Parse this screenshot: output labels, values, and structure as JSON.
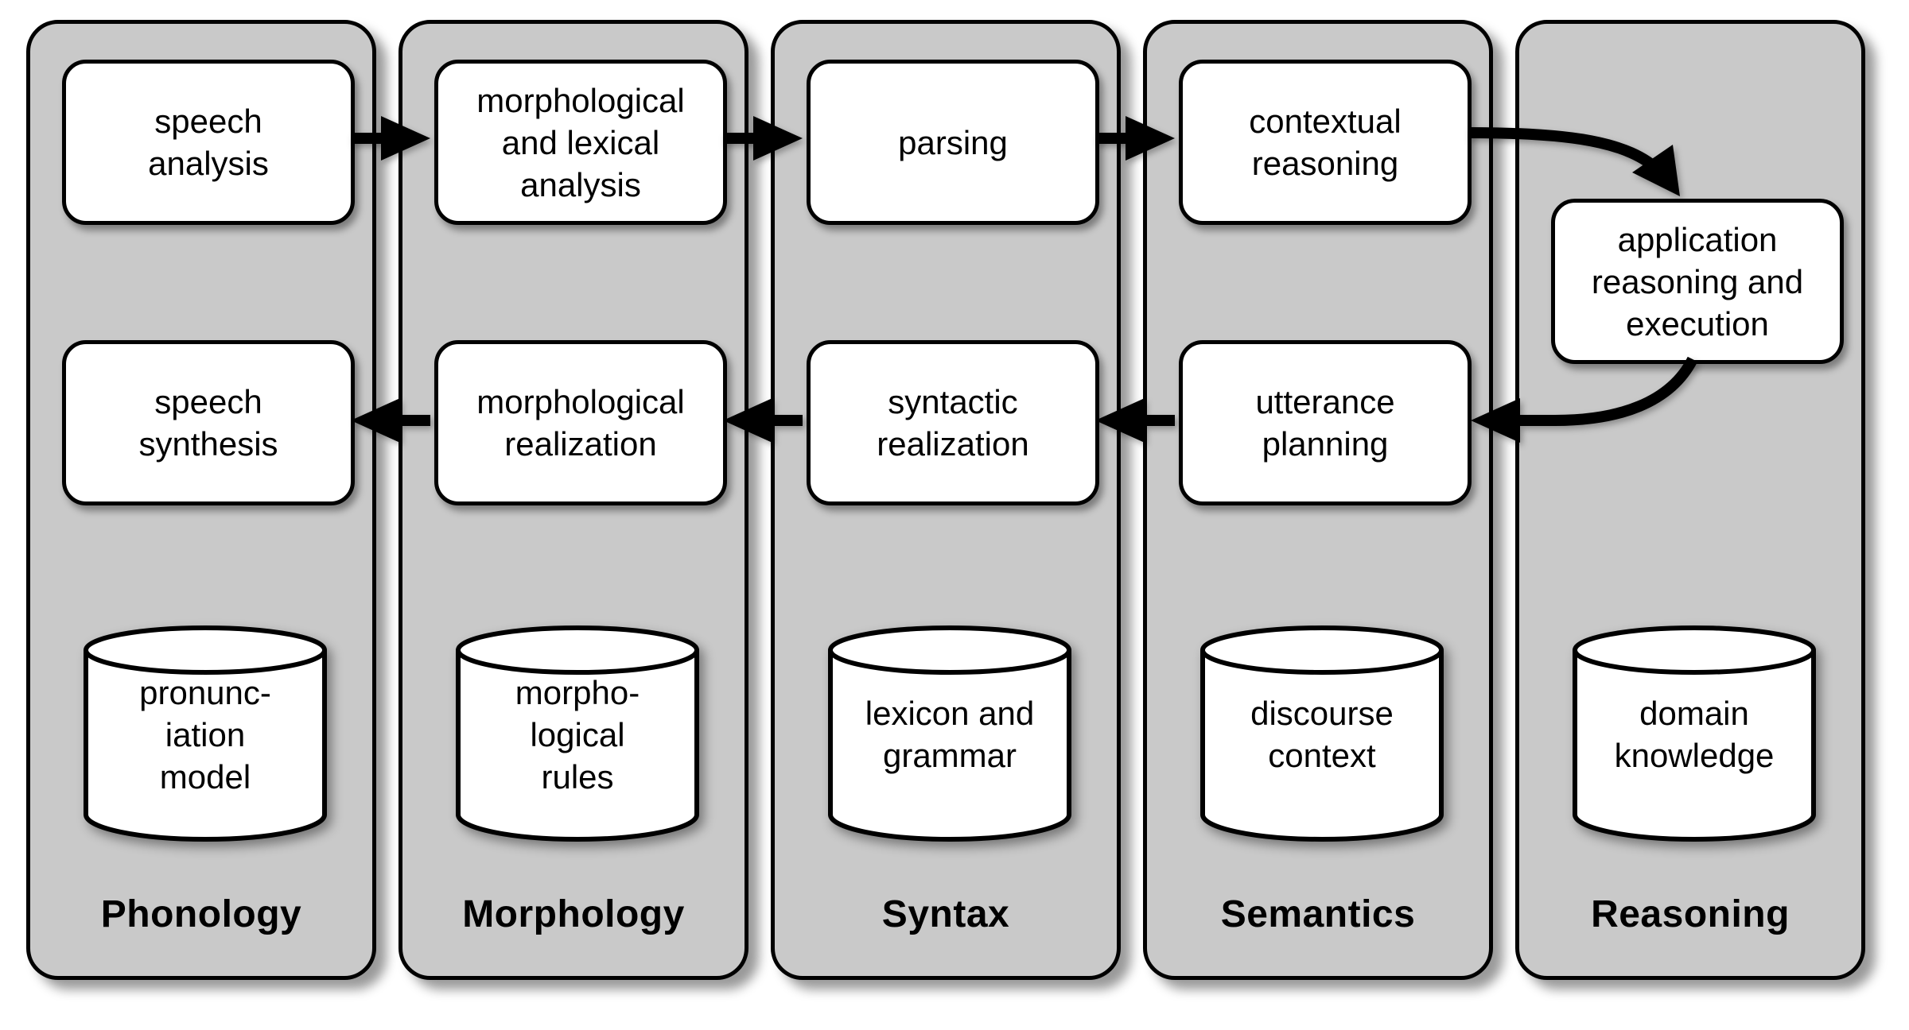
{
  "diagram_title": "",
  "colors": {
    "column_fill": "#c9c9c9",
    "box_fill": "#ffffff",
    "stroke": "#000000",
    "background": "#ffffff"
  },
  "columns": [
    {
      "label": "Phonology",
      "top_box": "speech\nanalysis",
      "mid_box": "speech\nsynthesis",
      "store": "pronunc-\niation\nmodel"
    },
    {
      "label": "Morphology",
      "top_box": "morphological\nand lexical\nanalysis",
      "mid_box": "morphological\nrealization",
      "store": "morpho-\nlogical\nrules"
    },
    {
      "label": "Syntax",
      "top_box": "parsing",
      "mid_box": "syntactic\nrealization",
      "store": "lexicon and\ngrammar"
    },
    {
      "label": "Semantics",
      "top_box": "contextual\nreasoning",
      "mid_box": "utterance\nplanning",
      "store": "discourse\ncontext"
    },
    {
      "label": "Reasoning",
      "app_box": "application\nreasoning and\nexecution",
      "store": "domain\nknowledge"
    }
  ],
  "flows": [
    "speech analysis -> morphological and lexical analysis",
    "morphological and lexical analysis -> parsing",
    "parsing -> contextual reasoning",
    "contextual reasoning -> application reasoning and execution",
    "application reasoning and execution -> utterance planning",
    "utterance planning -> syntactic realization",
    "syntactic realization -> morphological realization",
    "morphological realization -> speech synthesis"
  ]
}
